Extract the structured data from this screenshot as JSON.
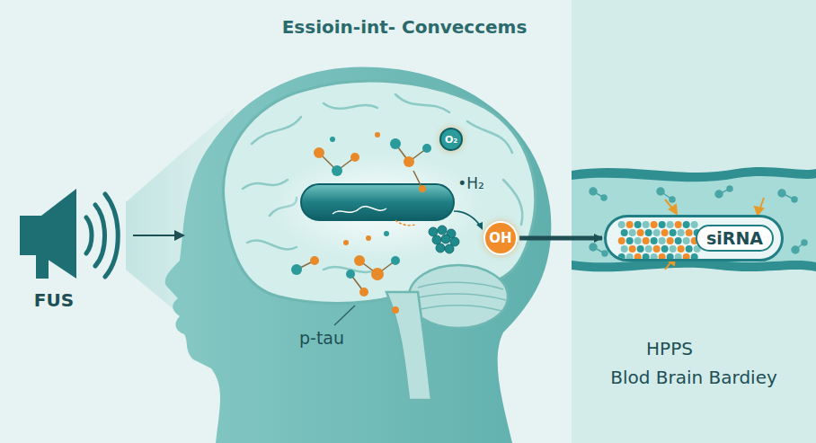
{
  "diagram": {
    "title": "Essioin-int- Conveccems",
    "nodes": [
      {
        "text": [
          "O₂"
        ]
      },
      {
        "text": [
          "OH"
        ]
      },
      {
        "text": [
          "siRNA"
        ]
      }
    ],
    "edges": [
      {
        "from": 1,
        "to": 2,
        "arrow": "to"
      }
    ],
    "labels": [
      "FUS",
      "•H₂",
      "p-tau",
      "HPPS",
      "Blod Brain Bardiey"
    ]
  }
}
